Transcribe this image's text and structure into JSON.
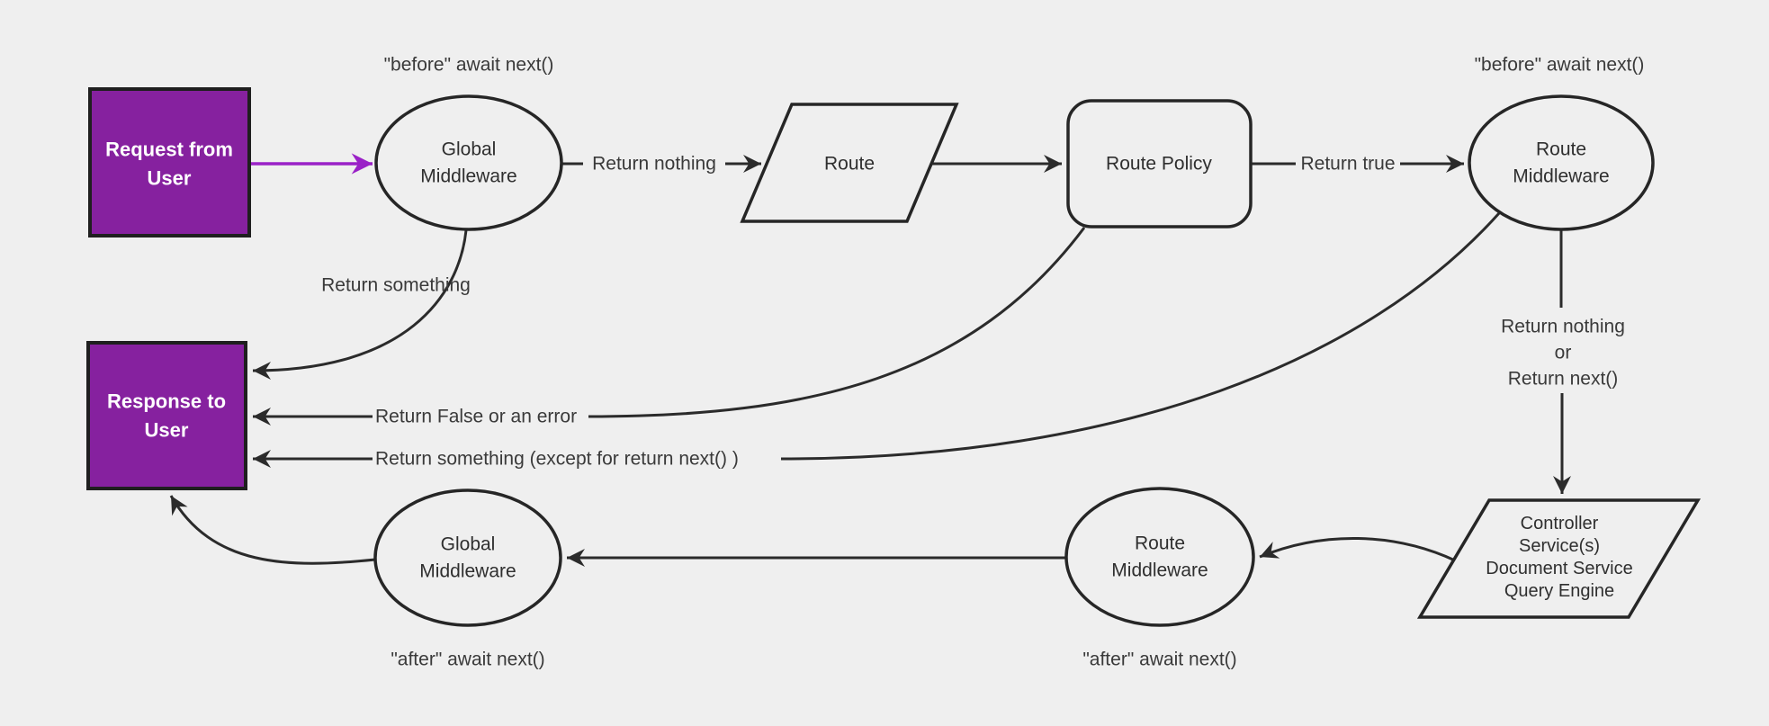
{
  "diagram_title": "Request lifecycle middleware flow",
  "colors": {
    "background": "#efefef",
    "line": "#2b2b2b",
    "node_fill": "#efefef",
    "purple_fill": "#86219f",
    "purple_arrow": "#9a21c7",
    "node_text": "#2f2f2f",
    "label_text": "#3a3a3a",
    "box_text": "#ffffff"
  },
  "nodes": {
    "request": {
      "line1": "Request from",
      "line2": "User"
    },
    "global_mw_top": {
      "line1": "Global",
      "line2": "Middleware"
    },
    "route": {
      "label": "Route"
    },
    "route_policy": {
      "label": "Route Policy"
    },
    "route_mw_top": {
      "line1": "Route",
      "line2": "Middleware"
    },
    "response": {
      "line1": "Response to",
      "line2": "User"
    },
    "controller": {
      "line1": "Controller",
      "line2": "Service(s)",
      "line3": "Document Service",
      "line4": "Query Engine"
    },
    "route_mw_bottom": {
      "line1": "Route",
      "line2": "Middleware"
    },
    "global_mw_bottom": {
      "line1": "Global",
      "line2": "Middleware"
    }
  },
  "edge_labels": {
    "before_await_top_left": "\"before\" await next()",
    "before_await_top_right": "\"before\" await next()",
    "return_nothing": "Return nothing",
    "return_true": "Return true",
    "return_something": "Return something",
    "return_false_or_error": "Return False or an error",
    "return_something_except": "Return something (except for return next() )",
    "return_nothing_or_1": "Return nothing",
    "return_nothing_or_2": "or",
    "return_nothing_or_3": "Return next()",
    "after_await_bottom_left": "\"after\" await next()",
    "after_await_bottom_middle": "\"after\" await next()"
  }
}
